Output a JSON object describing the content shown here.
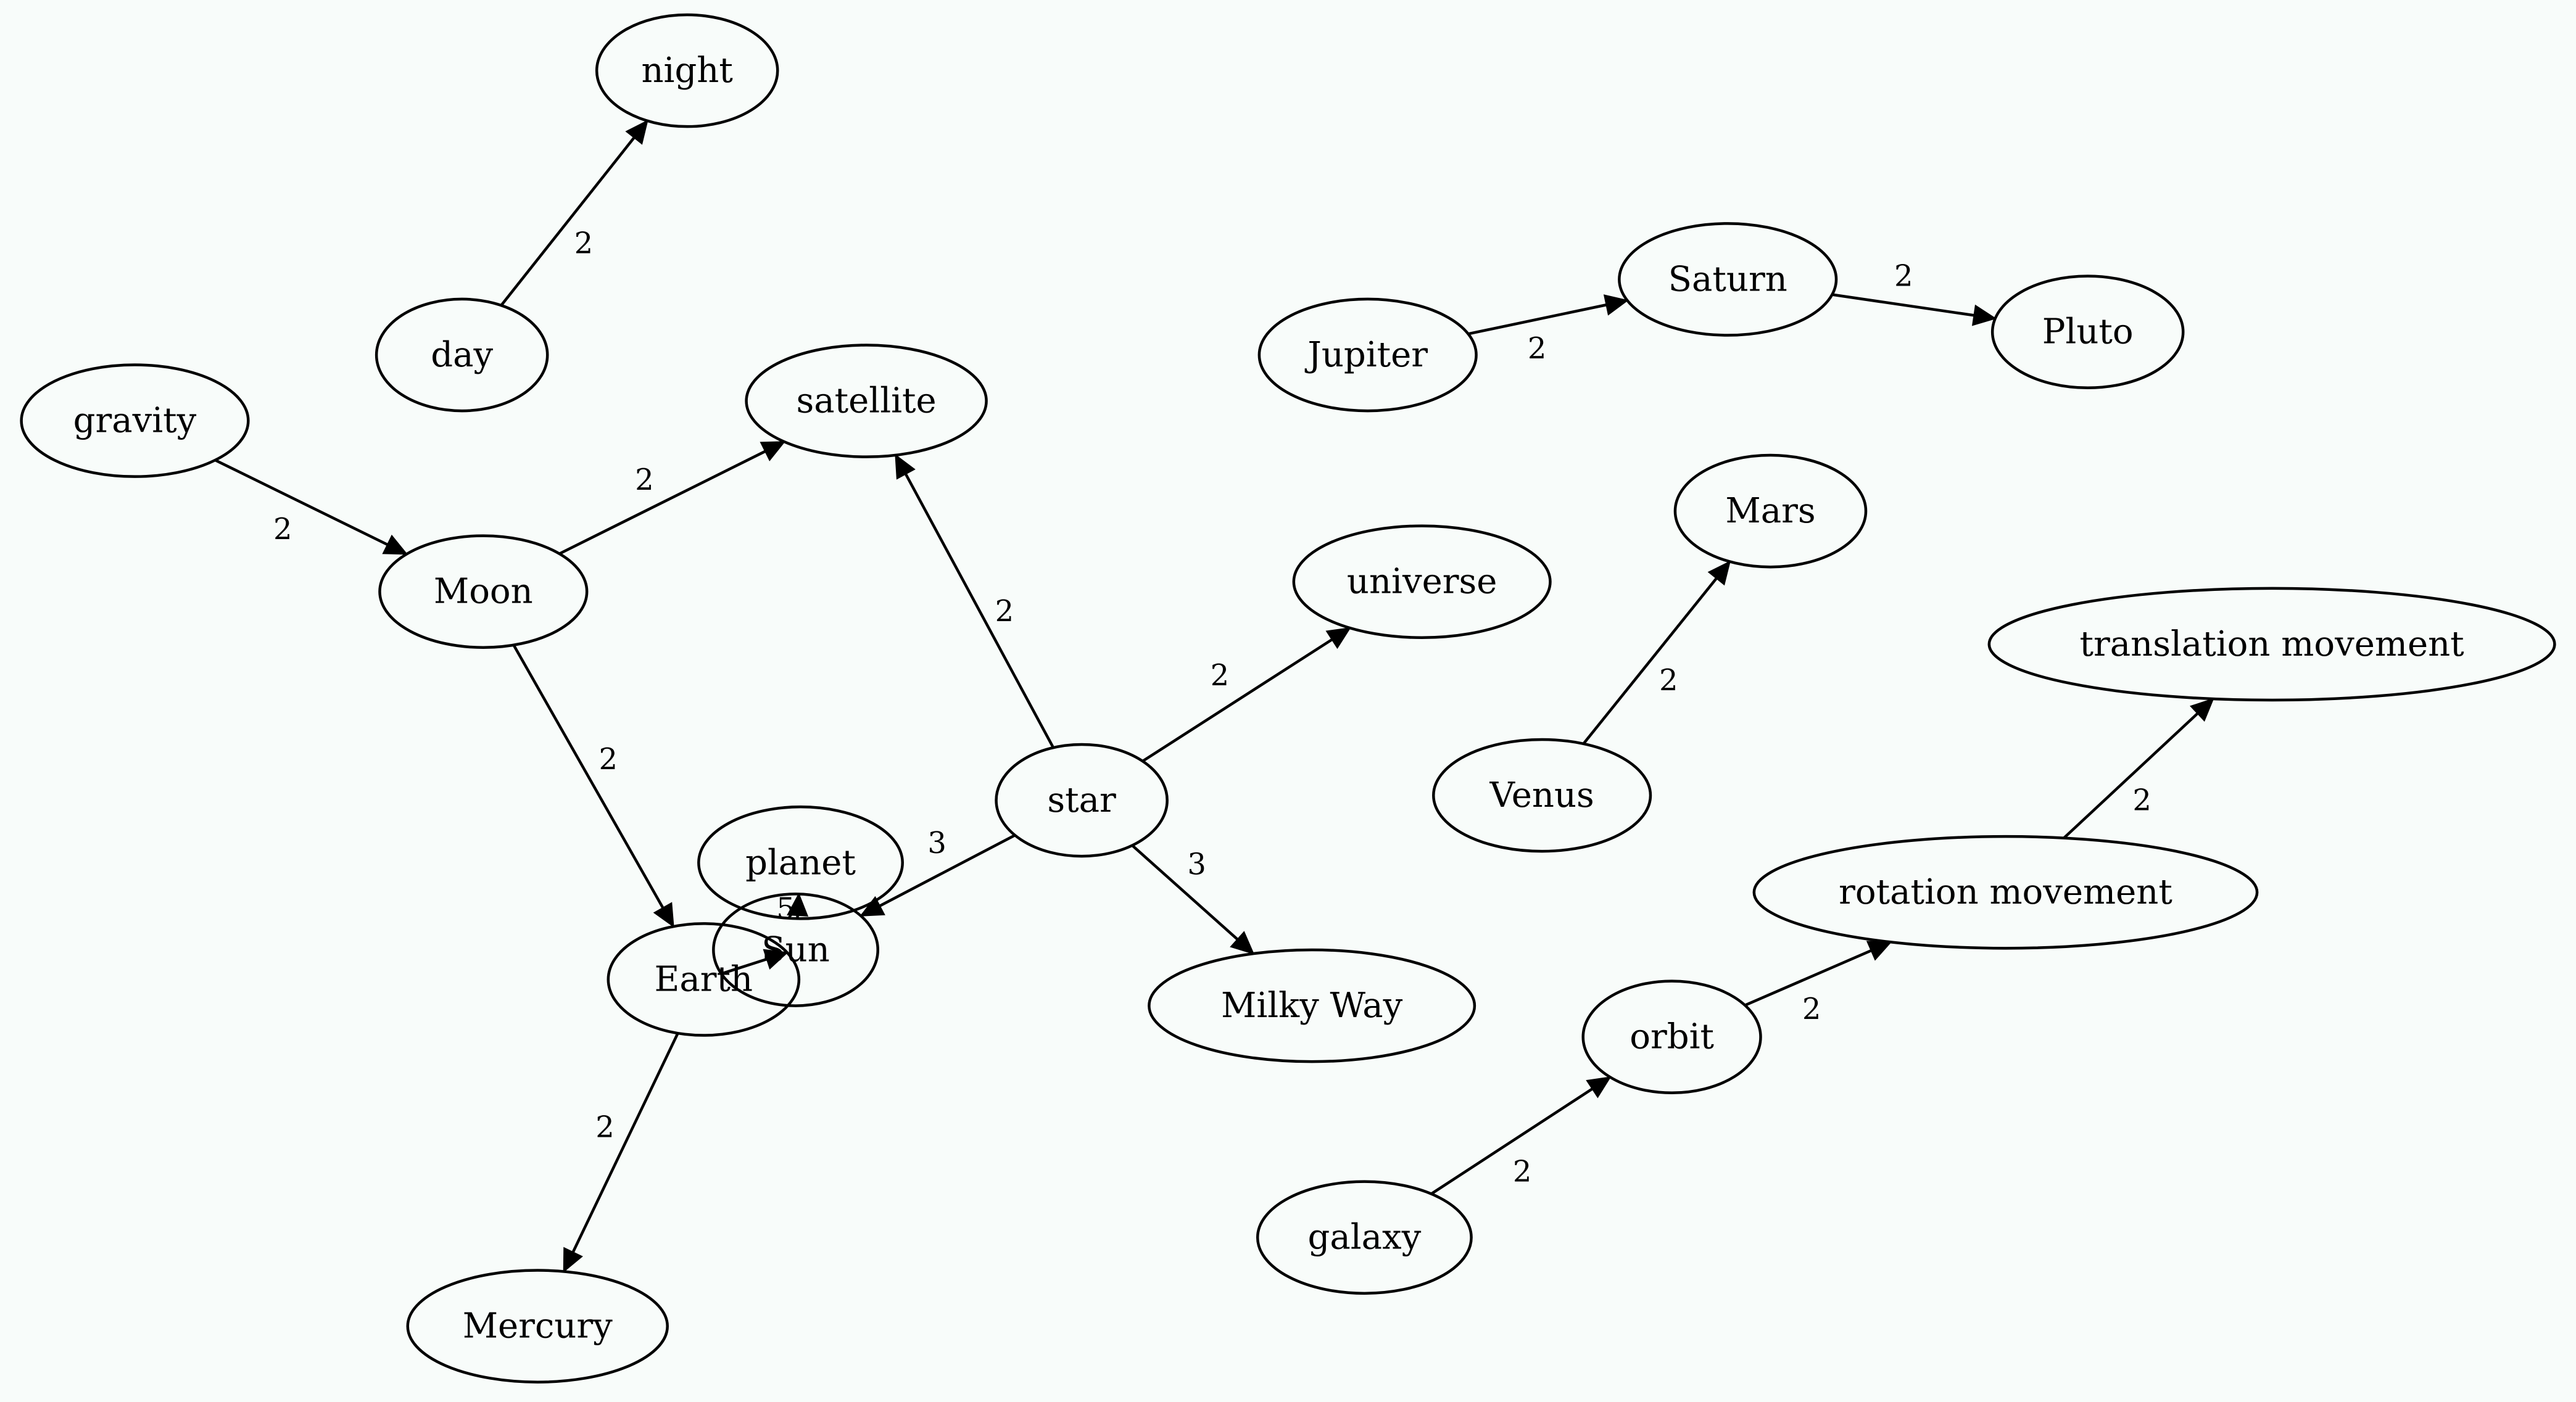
{
  "nodes": [
    {
      "id": "night",
      "label": "night"
    },
    {
      "id": "day",
      "label": "day"
    },
    {
      "id": "gravity",
      "label": "gravity"
    },
    {
      "id": "satellite",
      "label": "satellite"
    },
    {
      "id": "Moon",
      "label": "Moon"
    },
    {
      "id": "Jupiter",
      "label": "Jupiter"
    },
    {
      "id": "Saturn",
      "label": "Saturn"
    },
    {
      "id": "Pluto",
      "label": "Pluto"
    },
    {
      "id": "Mars",
      "label": "Mars"
    },
    {
      "id": "universe",
      "label": "universe"
    },
    {
      "id": "translation movement",
      "label": "translation movement"
    },
    {
      "id": "star",
      "label": "star"
    },
    {
      "id": "Venus",
      "label": "Venus"
    },
    {
      "id": "planet",
      "label": "planet"
    },
    {
      "id": "Sun",
      "label": "Sun"
    },
    {
      "id": "Earth",
      "label": "Earth"
    },
    {
      "id": "rotation movement",
      "label": "rotation movement"
    },
    {
      "id": "Milky Way",
      "label": "Milky Way"
    },
    {
      "id": "orbit",
      "label": "orbit"
    },
    {
      "id": "galaxy",
      "label": "galaxy"
    },
    {
      "id": "Mercury",
      "label": "Mercury"
    }
  ],
  "edges": [
    {
      "from": "day",
      "to": "night",
      "label": "2"
    },
    {
      "from": "gravity",
      "to": "Moon",
      "label": "2"
    },
    {
      "from": "Moon",
      "to": "satellite",
      "label": "2"
    },
    {
      "from": "Moon",
      "to": "Earth",
      "label": "2"
    },
    {
      "from": "star",
      "to": "satellite",
      "label": "2"
    },
    {
      "from": "star",
      "to": "universe",
      "label": "2"
    },
    {
      "from": "star",
      "to": "Sun",
      "label": "3"
    },
    {
      "from": "star",
      "to": "Milky Way",
      "label": "3"
    },
    {
      "from": "planet",
      "to": "Sun",
      "label": ""
    },
    {
      "from": "Sun",
      "to": "Earth",
      "label": "5"
    },
    {
      "from": "Earth",
      "to": "Mercury",
      "label": "2"
    },
    {
      "from": "Jupiter",
      "to": "Saturn",
      "label": "2"
    },
    {
      "from": "Saturn",
      "to": "Pluto",
      "label": "2"
    },
    {
      "from": "Venus",
      "to": "Mars",
      "label": "2"
    },
    {
      "from": "galaxy",
      "to": "orbit",
      "label": "2"
    },
    {
      "from": "orbit",
      "to": "rotation movement",
      "label": "2"
    },
    {
      "from": "rotation movement",
      "to": "translation movement",
      "label": "2"
    }
  ]
}
